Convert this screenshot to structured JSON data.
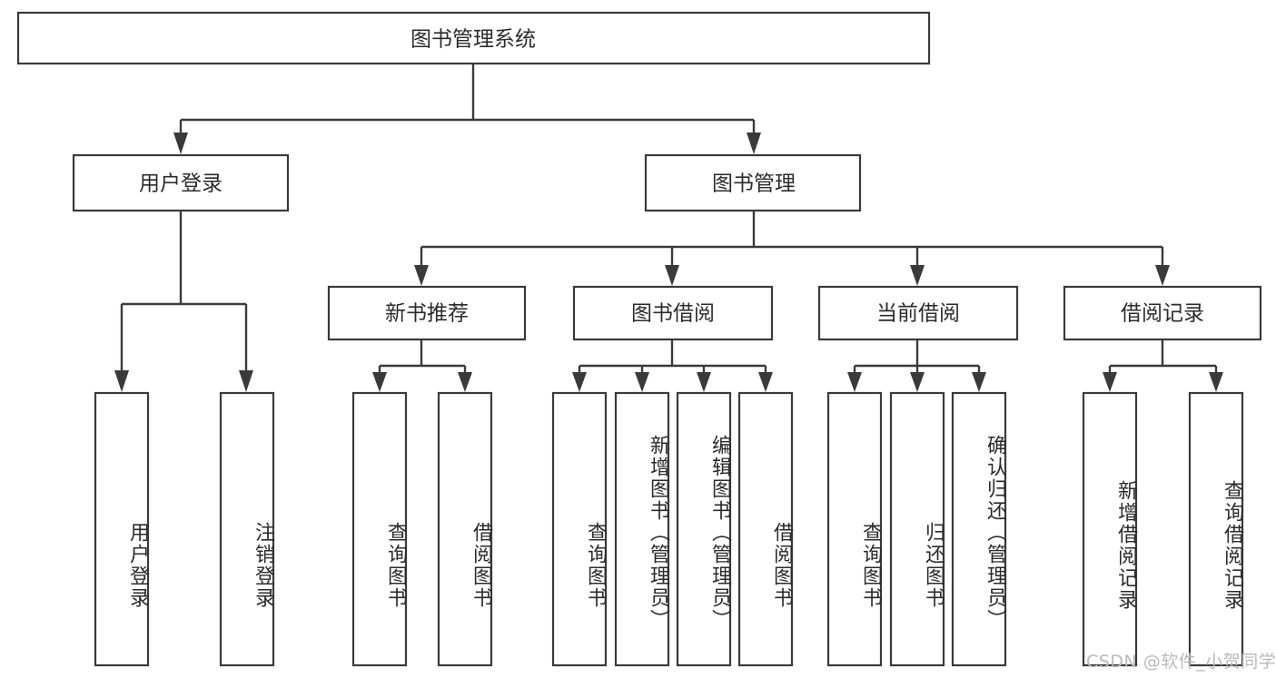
{
  "diagram": {
    "type": "tree-hierarchy-chart",
    "title_node": {
      "label": "图书管理系统"
    },
    "level1": [
      {
        "id": "user-login",
        "label": "用户登录"
      },
      {
        "id": "book-management",
        "label": "图书管理"
      }
    ],
    "level2": [
      {
        "id": "new-book-recommend",
        "label": "新书推荐",
        "parent": "book-management"
      },
      {
        "id": "book-borrow",
        "label": "图书借阅",
        "parent": "book-management"
      },
      {
        "id": "current-borrow",
        "label": "当前借阅",
        "parent": "book-management"
      },
      {
        "id": "borrow-record",
        "label": "借阅记录",
        "parent": "book-management"
      }
    ],
    "leaves": [
      {
        "id": "leaf-user-login",
        "label": "用户登录",
        "parent": "user-login"
      },
      {
        "id": "leaf-user-logout",
        "label": "注销登录",
        "parent": "user-login"
      },
      {
        "id": "leaf-query-book-1",
        "label": "查询图书",
        "parent": "new-book-recommend"
      },
      {
        "id": "leaf-borrow-book-1",
        "label": "借阅图书",
        "parent": "new-book-recommend"
      },
      {
        "id": "leaf-query-book-2",
        "label": "查询图书",
        "parent": "book-borrow"
      },
      {
        "id": "leaf-add-book",
        "label": "新增图书（管理员）",
        "parent": "book-borrow"
      },
      {
        "id": "leaf-edit-book",
        "label": "编辑图书（管理员）",
        "parent": "book-borrow"
      },
      {
        "id": "leaf-borrow-book-2",
        "label": "借阅图书",
        "parent": "book-borrow"
      },
      {
        "id": "leaf-query-book-3",
        "label": "查询图书",
        "parent": "current-borrow"
      },
      {
        "id": "leaf-return-book",
        "label": "归还图书",
        "parent": "current-borrow"
      },
      {
        "id": "leaf-confirm-return",
        "label": "确认归还（管理员）",
        "parent": "current-borrow"
      },
      {
        "id": "leaf-add-record",
        "label": "新增借阅记录",
        "parent": "borrow-record"
      },
      {
        "id": "leaf-query-record",
        "label": "查询借阅记录",
        "parent": "borrow-record"
      }
    ],
    "watermark": "CSDN @软件_小贺同学",
    "colors": {
      "box_stroke": "#3a3a3a",
      "box_fill": "#ffffff",
      "text": "#2b2b2b",
      "background": "#ffffff",
      "watermark": "#b9b9b9"
    }
  }
}
